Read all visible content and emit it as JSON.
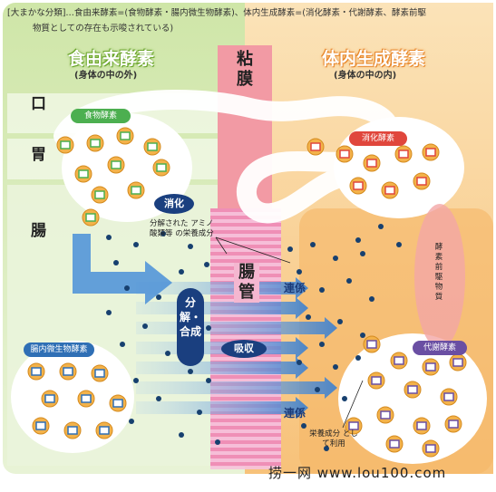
{
  "header": {
    "note_line1": "[大まかな分類]…食由来酵素=(食物酵素・腸内微生物酵素)、体内生成酵素=(消化酵素・代謝酵素、酵素前駆",
    "note_line2": "物質としての存在も示唆されている)"
  },
  "left_column": {
    "title": "食由来酵素",
    "subtitle": "(身体の中の外)"
  },
  "right_column": {
    "title": "体内生成酵素",
    "subtitle": "(身体の中の内)"
  },
  "membrane": {
    "mucosa_label": "粘膜",
    "intestine_wall_label": "腸管"
  },
  "organs": {
    "mouth": "口",
    "stomach": "胃",
    "intestine": "腸"
  },
  "badges": {
    "food_enzyme": "食物酵素",
    "digestive_enzyme": "消化酵素",
    "gut_microbe_enzyme": "腸内微生物酵素",
    "metabolic_enzyme": "代謝酵素"
  },
  "process": {
    "digestion": "消化",
    "breakdown_synthesis": "分解・合成",
    "absorption": "吸収",
    "cooperation_upper": "連係",
    "cooperation_lower": "連係"
  },
  "annotations": {
    "nutrients": "分解された アミノ酸類等 の栄養成分",
    "precursor": "酵素前駆物質",
    "nutrient_use": "栄養成分 として利用"
  },
  "watermark": "捞一网 www.lou100.com",
  "colors": {
    "left_bg": "#d9ecbd",
    "right_bg": "#f6c98b",
    "membrane": "#f2a0a9",
    "title_green": "#8cc63f",
    "title_orange": "#f7a23a",
    "badge_green": "#4caf50",
    "badge_red": "#e0463c",
    "badge_blue": "#2f6fb5",
    "badge_purple": "#6a4fa3",
    "arrow_blue": "#4a8fd8",
    "dark_blue": "#1a3f7f"
  }
}
